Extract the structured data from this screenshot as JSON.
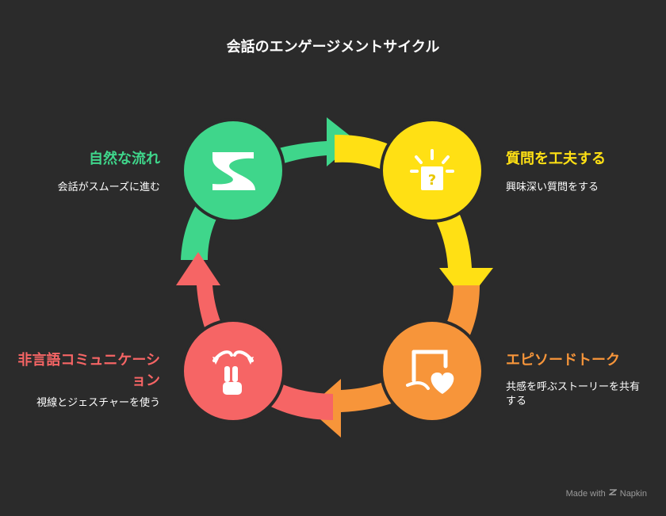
{
  "title": "会話のエンゲージメントサイクル",
  "colors": {
    "background": "#2b2b2b",
    "green": "#3fd68b",
    "yellow": "#ffe014",
    "orange": "#f7953a",
    "red": "#f66565"
  },
  "steps": [
    {
      "title": "自然な流れ",
      "desc": "会話がスムーズに進む",
      "icon": "winding-river-icon"
    },
    {
      "title": "質問を工夫する",
      "desc": "興味深い質問をする",
      "icon": "question-lamp-icon"
    },
    {
      "title": "エピソードトーク",
      "desc": "共感を呼ぶストーリーを共有する",
      "icon": "speech-heart-icon"
    },
    {
      "title": "非言語コミュニケーション",
      "desc": "視線とジェスチャーを使う",
      "icon": "hand-gesture-icon"
    }
  ],
  "footer": {
    "made_with": "Made with",
    "brand": "Napkin"
  }
}
